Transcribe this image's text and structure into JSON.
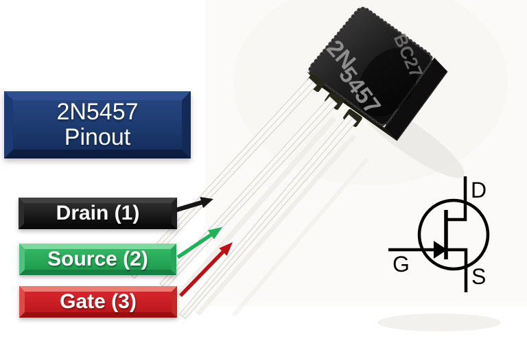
{
  "title_box": {
    "line1": "2N5457",
    "line2": "Pinout"
  },
  "pin_labels": [
    {
      "pin": "drain",
      "label": "Drain (1)",
      "box_color": "#161616",
      "arrow_color": "#161616"
    },
    {
      "pin": "source",
      "label": "Source (2)",
      "box_color": "#2db25d",
      "arrow_color": "#22b15b"
    },
    {
      "pin": "gate",
      "label": "Gate (3)",
      "box_color": "#d2232a",
      "arrow_color": "#bb1218"
    }
  ],
  "package_markings": {
    "line1": "2N",
    "line2": "5457",
    "lot_code": "BC27"
  },
  "schematic_symbol": {
    "terminals": {
      "drain": "D",
      "gate": "G",
      "source": "S"
    }
  },
  "colors": {
    "background": "#ffffff",
    "title_navy": "#1e3a73",
    "drain_black": "#161616",
    "source_green": "#2db25d",
    "gate_red": "#d2232a"
  }
}
